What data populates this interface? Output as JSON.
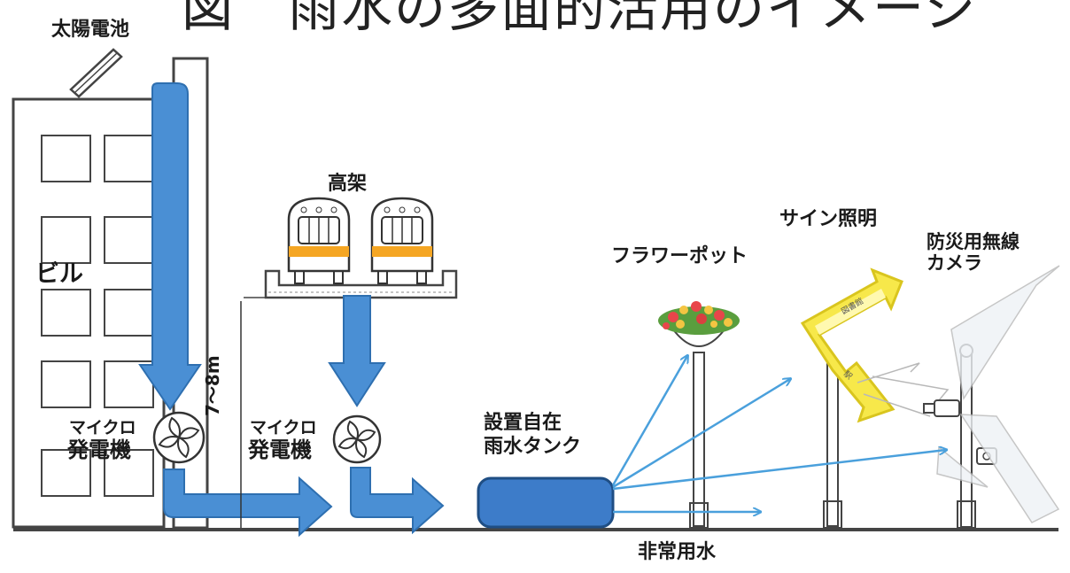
{
  "title": "図　雨水の多面的活用のイメージ",
  "labels": {
    "solar_panel": "太陽電池",
    "building": "ビル",
    "elevated": "高架",
    "micro_generator": [
      "マイクロ",
      "発電機"
    ],
    "height": "7～8m",
    "tank": [
      "設置自在",
      "雨水タンク"
    ],
    "flower_pot": "フラワーポット",
    "sign_lighting": "サイン照明",
    "camera": [
      "防災用無線",
      "カメラ"
    ],
    "emergency_water": "非常用水",
    "sign_text_top": "図書館",
    "sign_text_bottom": "駅"
  },
  "colors": {
    "flow_blue": "#4a8fd4",
    "flow_stroke": "#2e6fb0",
    "tank_blue": "#3d7cc9",
    "thin_arrow": "#4aa0dc",
    "train_stripe": "#f5a623",
    "sign_yellow": "#f7e84a",
    "ground": "#444444"
  }
}
